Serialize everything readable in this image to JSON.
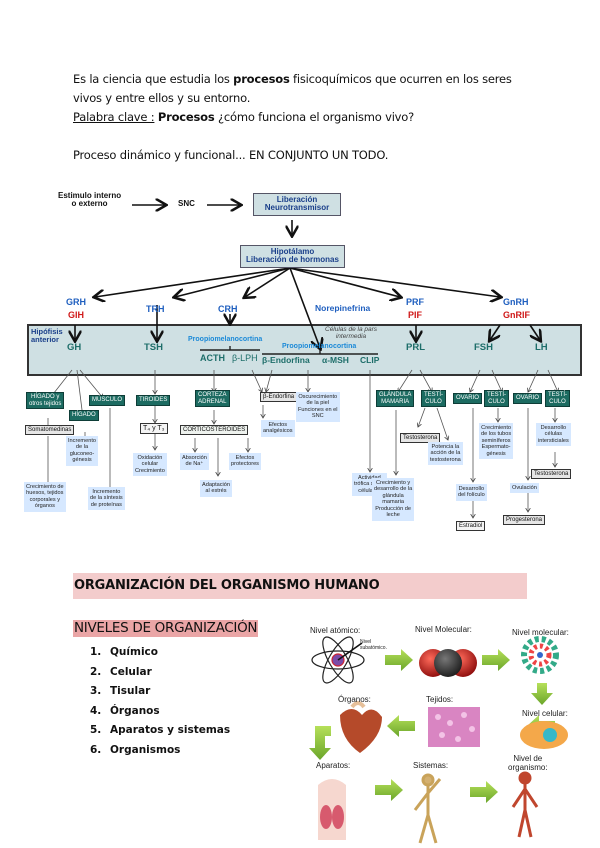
{
  "intro": {
    "line1_pre": "Es la ciencia que estudia los ",
    "line1_bold": "procesos",
    "line1_post": " fisicoquímicos que ocurren en los seres",
    "line2": "vivos y entre ellos y su entorno.",
    "keyword_label": "Palabra clave :",
    "keyword_bold": "Procesos",
    "keyword_post": " ¿cómo funciona el organismo vivo?",
    "line4": "Proceso dinámico y funcional... EN CONJUNTO UN TODO."
  },
  "diagram": {
    "stimulus": [
      "Estimulo interno",
      "o externo"
    ],
    "snc": "SNC",
    "neuro_box": [
      "Liberación",
      "Neurotransmisor"
    ],
    "hypo_box": [
      "Hipotálamo",
      "Liberación de hormonas"
    ],
    "releasing": {
      "grh": "GRH",
      "gih": "GIH",
      "trh": "TRH",
      "crh": "CRH",
      "norepi": "Norepinefrina",
      "prf": "PRF",
      "pif": "PIF",
      "gnrh": "GnRH",
      "gnrif": "GnRIF"
    },
    "pituitary": {
      "label": [
        "Hipófisis",
        "anterior"
      ],
      "gh": "GH",
      "tsh": "TSH",
      "pomc1": "Proopiomelanocortina",
      "acth": "ACTH",
      "blph": "β-LPH",
      "pomc2": "Proopiomelanocortina",
      "pars": [
        "Células de la pars",
        "intermedia"
      ],
      "bend": "β-Endorfina",
      "amsh": "α-MSH",
      "clip": "CLIP",
      "prl": "PRL",
      "fsh": "FSH",
      "lh": "LH"
    },
    "targets": {
      "higado_otros": [
        "HÍGADO y",
        "otros tejidos"
      ],
      "higado": "HÍGADO",
      "musculo": "MÚSCULO",
      "tiroides": "TIROIDES",
      "corteza": [
        "CORTEZA",
        "ADRENAL"
      ],
      "bend_box": "β-Endorfina",
      "glandula": [
        "GLÁNDULA",
        "MAMARIA"
      ],
      "testiculo1": [
        "TESTÍ-",
        "CULO"
      ],
      "ovario1": "OVARIO",
      "testiculo2": [
        "TESTÍ-",
        "CULO"
      ],
      "ovario2": "OVARIO",
      "testiculo3": [
        "TESTÍ-",
        "CULO"
      ]
    },
    "products": {
      "somato": "Somatomedinas",
      "t4t3": "T₄ y T₃",
      "cortico": "CORTICOSTEROIDES",
      "testo1": "Testosterona",
      "estradiol": "Estradiol",
      "progesterona": "Progesterona",
      "testo2": "Testosterona"
    },
    "effects": {
      "crec_huesos": [
        "Crecimiento de",
        "huesos, tejidos",
        "corporales y",
        "órganos"
      ],
      "glucon": [
        "Incremento",
        "de la",
        "gluconeo-",
        "génesis"
      ],
      "sintesis": [
        "Incremento",
        "de la síntesis",
        "de proteínas"
      ],
      "oxidacion": [
        "Oxidación",
        "celular",
        "Crecimiento"
      ],
      "absorcion": [
        "Absorción",
        "de Na⁺"
      ],
      "adaptacion": [
        "Adaptación",
        "al estrés"
      ],
      "protectores": [
        "Efectos",
        "protectores"
      ],
      "analgesicos": [
        "Efectos",
        "analgésicos"
      ],
      "oscurecimiento": [
        "Oscurecimiento",
        "de la piel",
        "Funciones en el",
        "SNC"
      ],
      "actividad": [
        "Actividad",
        "trófica sobre",
        "células β"
      ],
      "crec_glandula": [
        "Crecimiento y",
        "desarrollo de la",
        "glándula",
        "mamaria",
        "Producción de",
        "leche"
      ],
      "potencia": [
        "Potencia la",
        "acción de la",
        "testosterona"
      ],
      "desarrollo_foliculo": [
        "Desarrollo",
        "del folículo"
      ],
      "crec_tubos": [
        "Crecimiento",
        "de los tubos",
        "seminíferos",
        "Espermato-",
        "génesis"
      ],
      "ovulacion": "Ovulación",
      "desarrollo_cel": [
        "Desarrollo",
        "células",
        "intersticiales"
      ]
    }
  },
  "section": {
    "title": "ORGANIZACIÓN DEL ORGANISMO HUMANO",
    "levels_title": "NIVELES DE ORGANIZACIÓN",
    "levels": [
      {
        "n": "1.",
        "label": "Químico"
      },
      {
        "n": "2.",
        "label": "Celular"
      },
      {
        "n": "3.",
        "label": "Tisular"
      },
      {
        "n": "4.",
        "label": "Órganos"
      },
      {
        "n": "5.",
        "label": "Aparatos y sistemas"
      },
      {
        "n": "6.",
        "label": "Organismos"
      }
    ]
  },
  "panel": {
    "atomico": "Nivel atómico:",
    "subatomico": [
      "Nivel",
      "subatómico."
    ],
    "molecular1": "Nivel Molecular:",
    "molecular2": "Nivel molecular:",
    "organos": "Órganos:",
    "tejidos": "Tejidos:",
    "celular": "Nivel celular:",
    "aparatos": "Aparatos:",
    "sistemas": "Sistemas:",
    "organismo": [
      "Nivel de",
      "organismo:"
    ]
  }
}
